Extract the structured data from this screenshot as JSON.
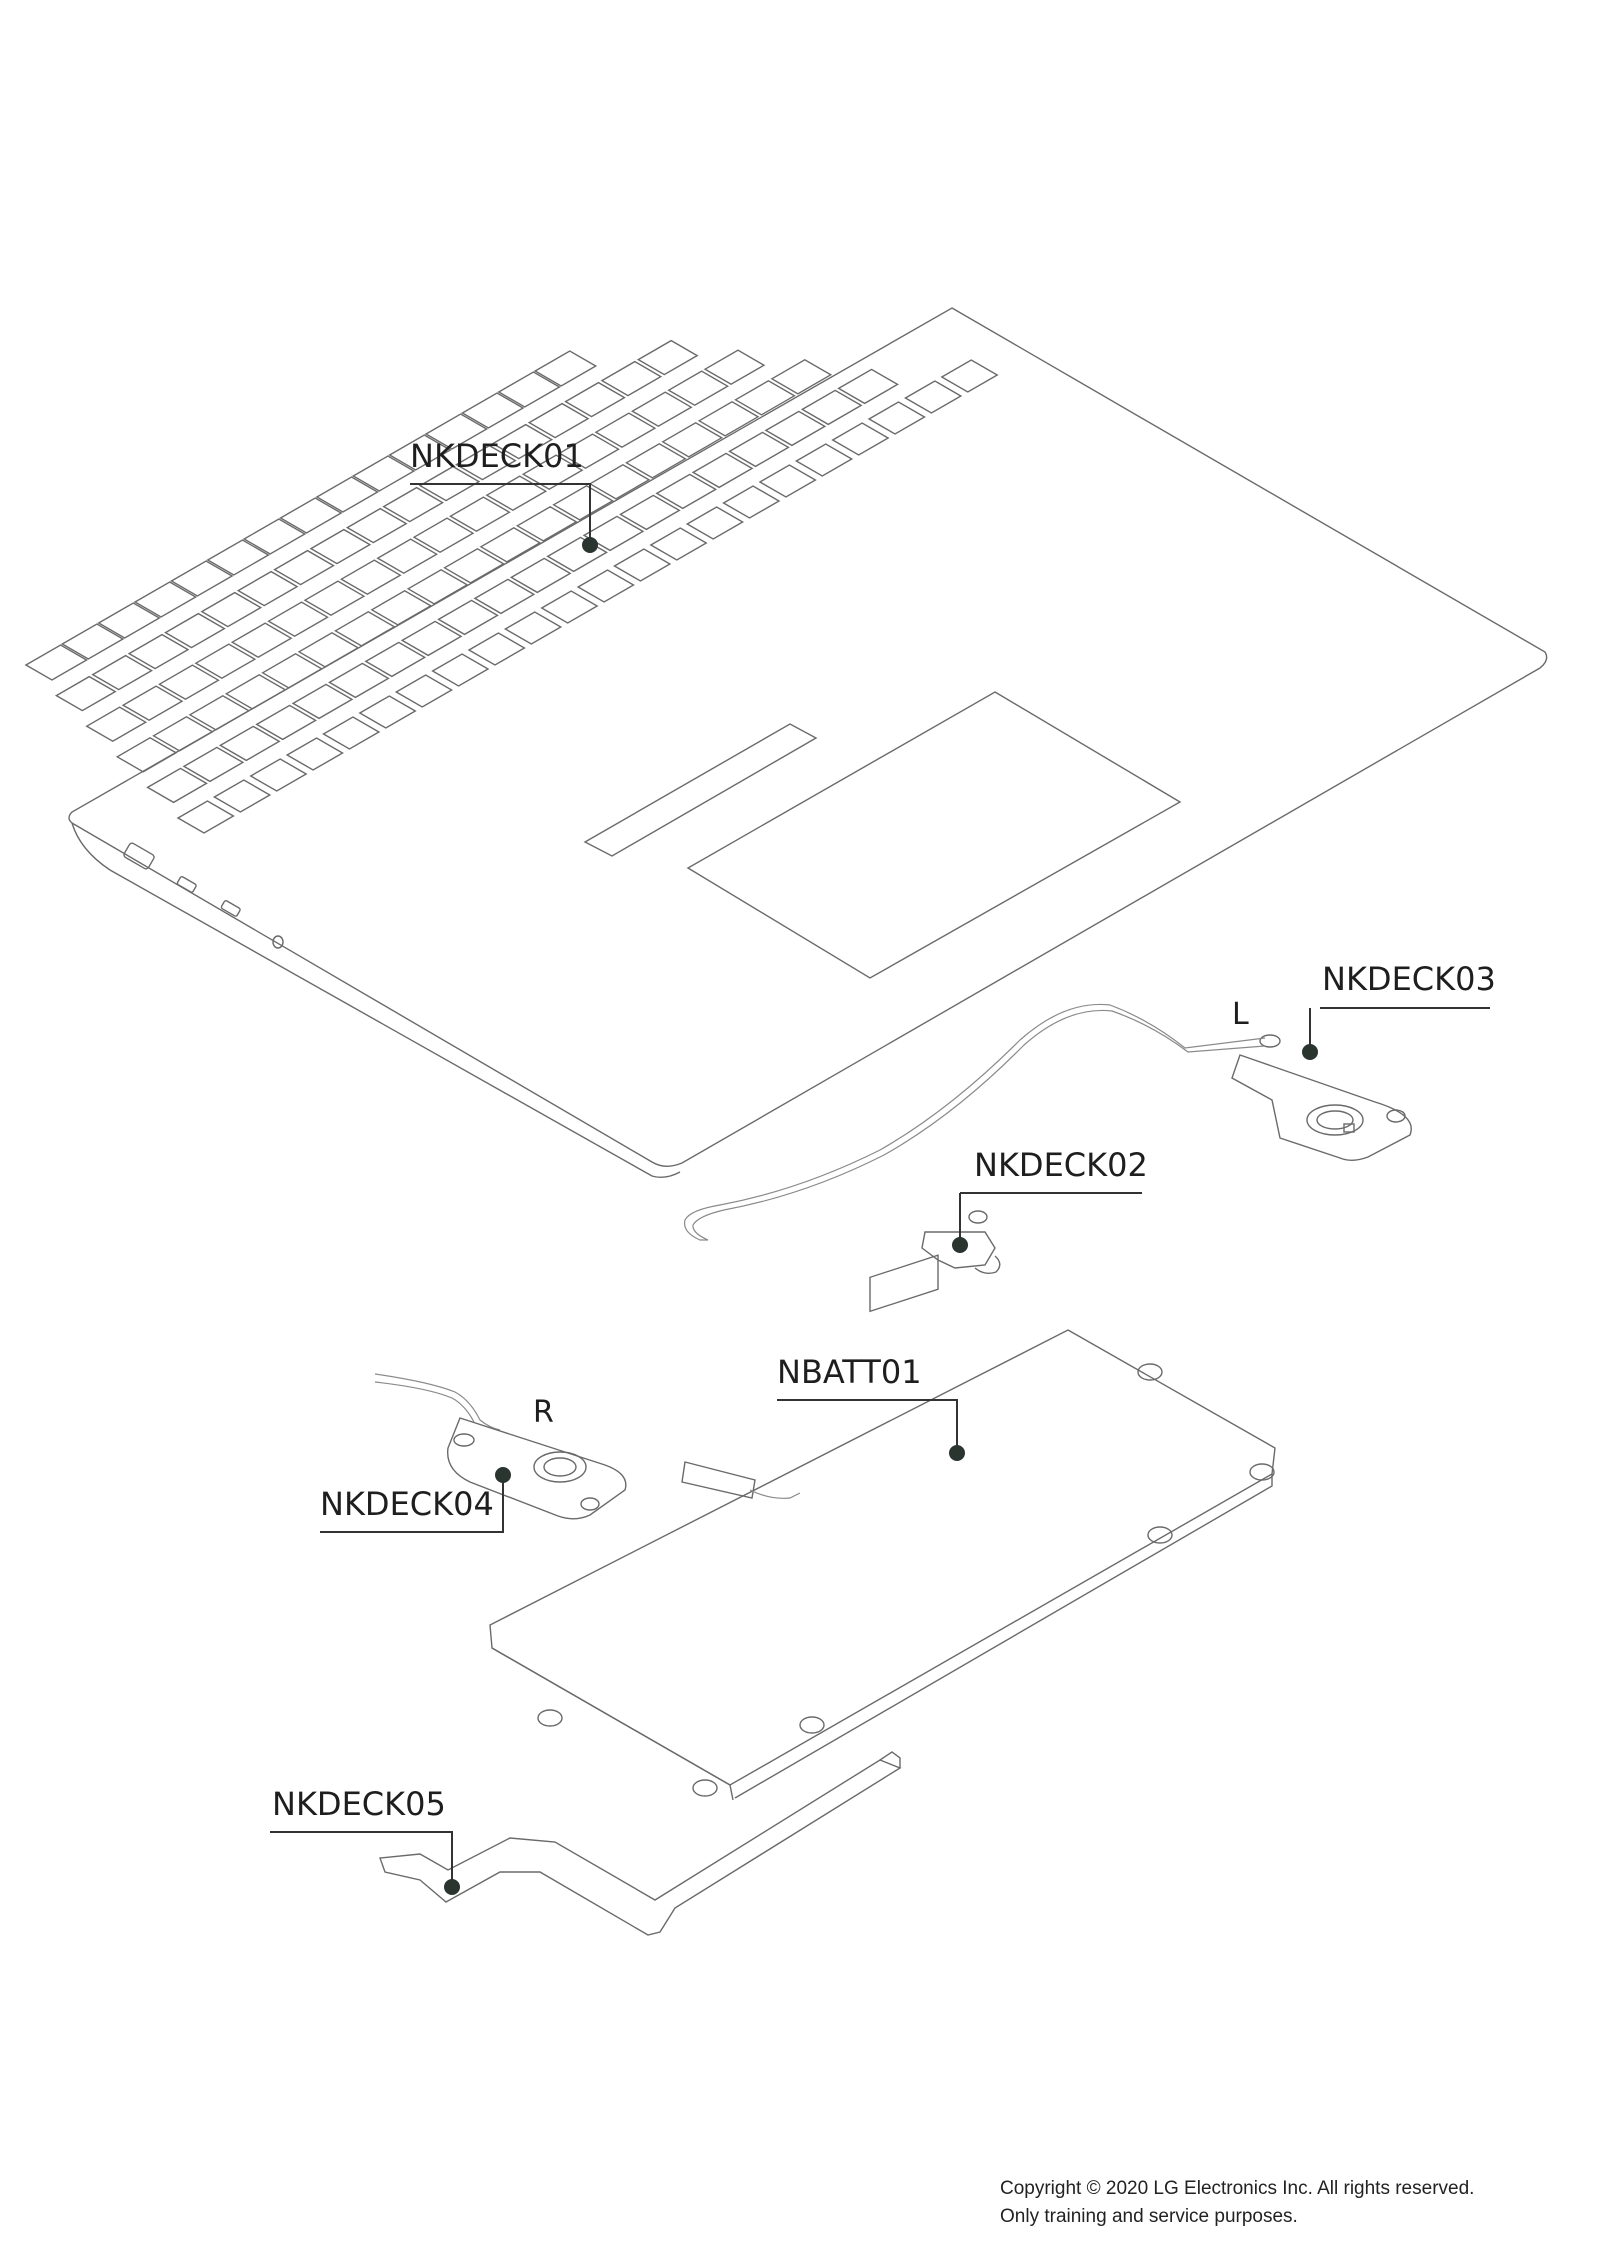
{
  "callouts": {
    "nkdeck01": "NKDECK01",
    "nkdeck02": "NKDECK02",
    "nkdeck03": "NKDECK03",
    "nkdeck04": "NKDECK04",
    "nkdeck05": "NKDECK05",
    "nbatt01": "NBATT01"
  },
  "side_labels": {
    "left": "L",
    "right": "R"
  },
  "copyright": {
    "line1": "Copyright © 2020 LG Electronics Inc. All rights reserved.",
    "line2": "Only training and service purposes."
  }
}
